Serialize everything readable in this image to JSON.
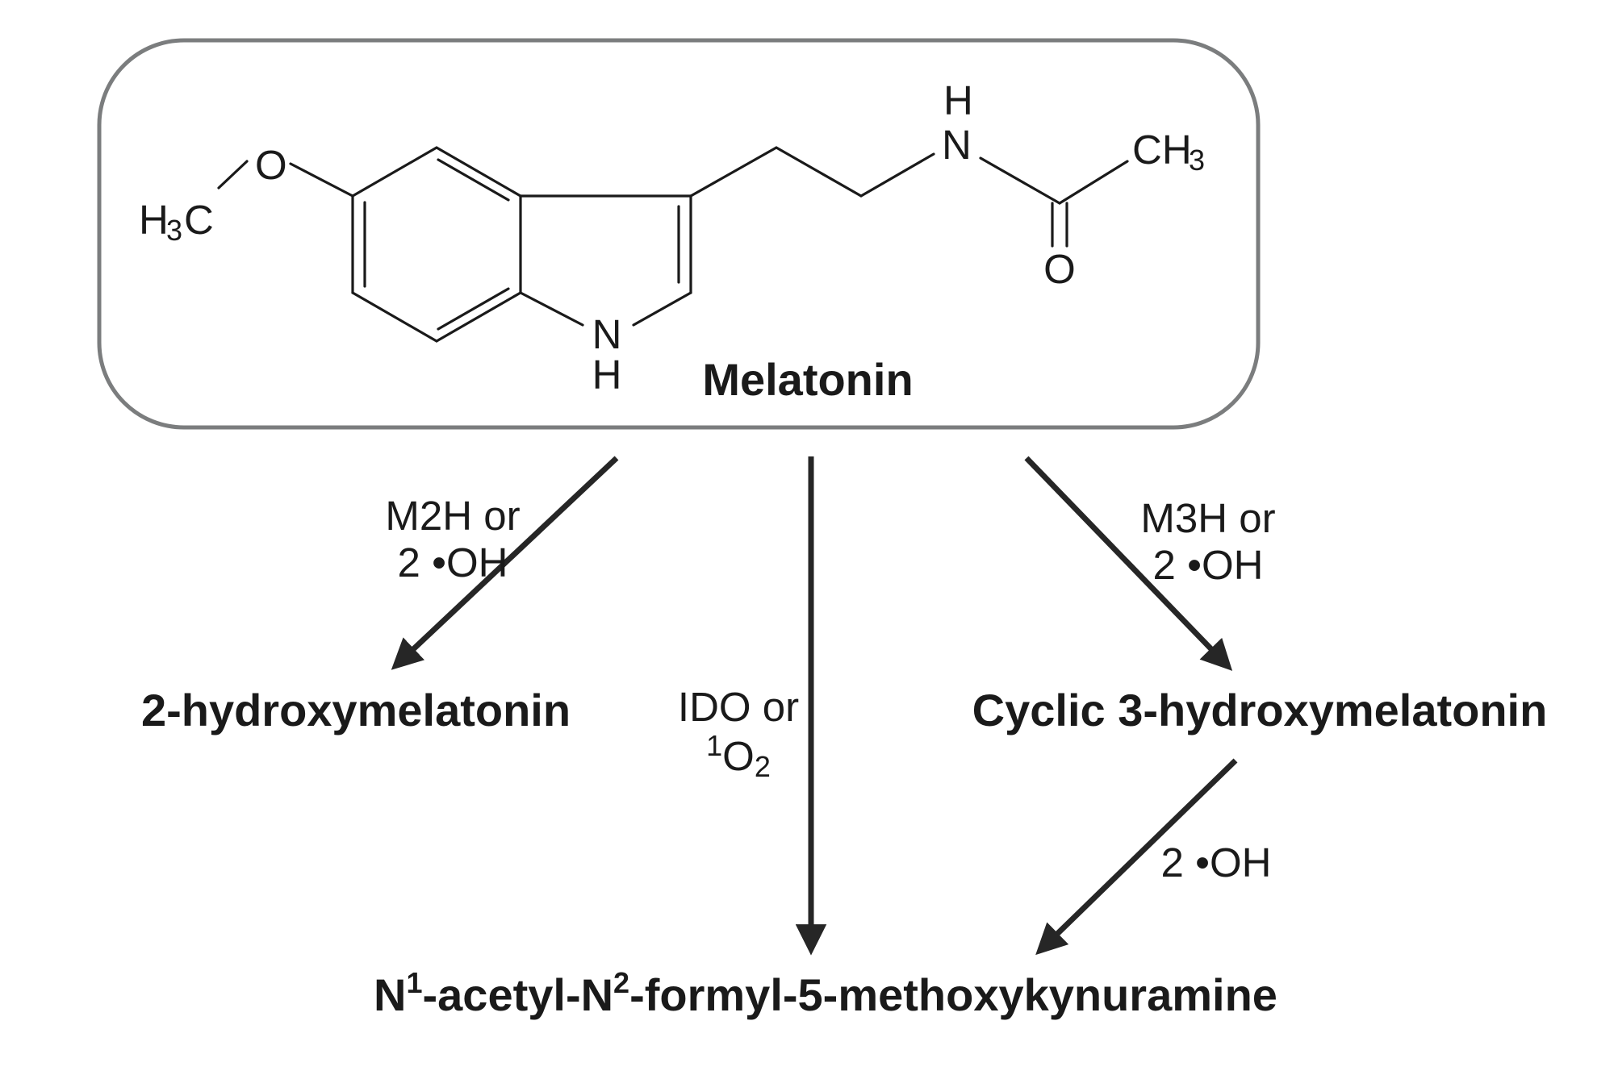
{
  "colors": {
    "box_border": "#7b7d7e",
    "ink": "#1a1a1a",
    "arrow": "#262626"
  },
  "molecule": {
    "name": "Melatonin",
    "atoms": {
      "methyl_left_H": "H",
      "methyl_left_3": "3",
      "methyl_left_C": "C",
      "ether_O": "O",
      "amide_N_H": "H",
      "amide_N": "N",
      "methyl_right_CH": "CH",
      "methyl_right_3": "3",
      "carbonyl_O": "O",
      "indole_N": "N",
      "indole_N_H": "H"
    }
  },
  "pathways": {
    "left": {
      "line1": "M2H or",
      "line2_prefix": "2 ",
      "line2_suffix": "OH"
    },
    "middle": {
      "line1": "IDO or",
      "line2_sup": "1",
      "line2_O": "O",
      "line2_sub": "2"
    },
    "right": {
      "line1": "M3H or",
      "line2_prefix": "2 ",
      "line2_suffix": "OH"
    },
    "lower_right": {
      "prefix": "2 ",
      "suffix": "OH"
    }
  },
  "products": {
    "left": "2-hydroxymelatonin",
    "right": "Cyclic 3-hydroxymelatonin",
    "bottom": {
      "part1": "N",
      "sup1": "1",
      "part2": "-acetyl-N",
      "sup2": "2",
      "part3": "-formyl-5-methoxykynuramine"
    }
  }
}
